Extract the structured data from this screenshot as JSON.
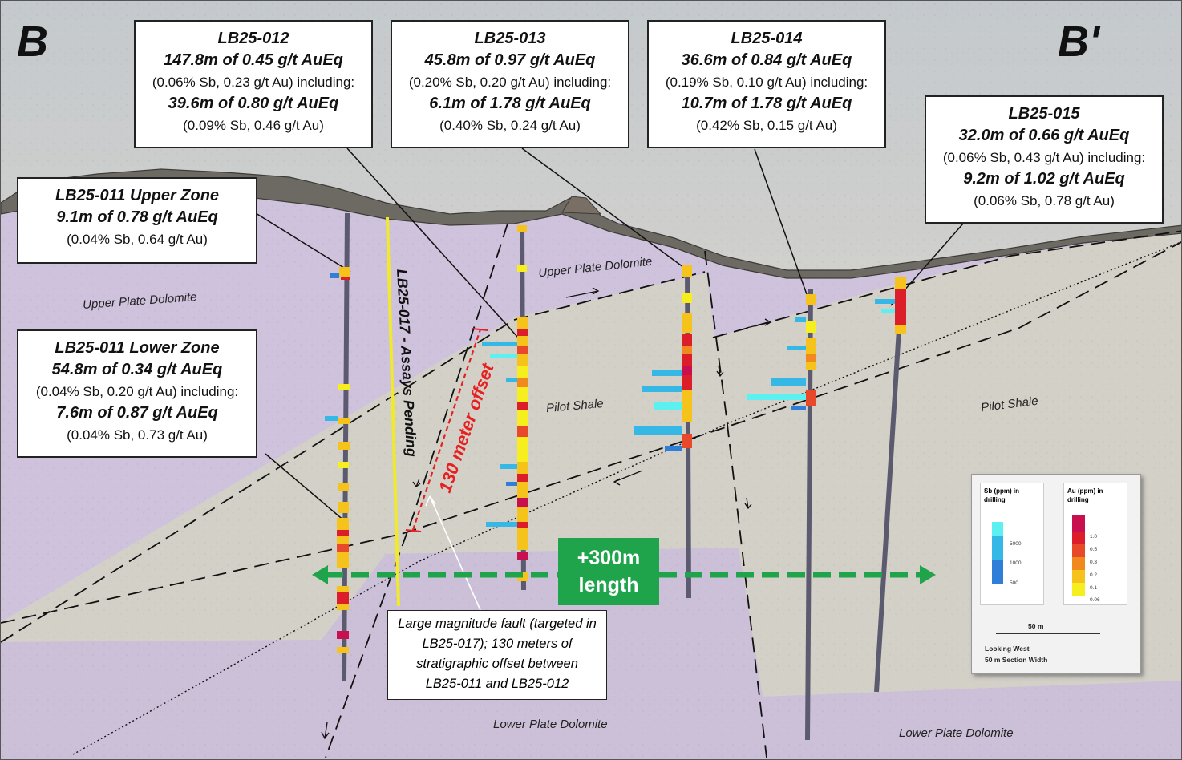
{
  "section": {
    "left_label": "B",
    "right_label": "B'",
    "units": {
      "upper_left": "Upper Plate Dolomite",
      "upper_mid": "Upper Plate Dolomite",
      "pilot_mid": "Pilot Shale",
      "pilot_right": "Pilot Shale",
      "lower_mid": "Lower Plate Dolomite",
      "lower_right": "Lower Plate Dolomite"
    },
    "pending_hole_label": "LB25-017 - Assays Pending",
    "offset_label": "130 meter offset",
    "fault_note": [
      "Large magnitude fault (targeted in",
      "LB25-017); 130 meters of",
      "stratigraphic offset between",
      "LB25-011 and LB25-012"
    ],
    "length_box": [
      "+300m",
      "length"
    ],
    "colors": {
      "dolomite": "#cfc2dc",
      "shale": "#d3d0c8",
      "sky_top": "#c9cdd0",
      "sky_bottom": "#e3d9cc",
      "length_arrow": "#1fa44b",
      "pending_hole": "#f0ea2a",
      "offset_marker": "#e62020"
    }
  },
  "callouts": [
    {
      "id": "lb25-012",
      "title": "LB25-012",
      "lines": [
        "147.8m of 0.45 g/t AuEq",
        "(0.06% Sb, 0.23 g/t Au) including:",
        "39.6m of 0.80 g/t AuEq",
        "(0.09% Sb, 0.46 g/t Au)"
      ]
    },
    {
      "id": "lb25-013",
      "title": "LB25-013",
      "lines": [
        "45.8m of 0.97 g/t AuEq",
        "(0.20% Sb, 0.20 g/t Au) including:",
        "6.1m of 1.78 g/t AuEq",
        "(0.40% Sb, 0.24 g/t Au)"
      ]
    },
    {
      "id": "lb25-014",
      "title": "LB25-014",
      "lines": [
        "36.6m of 0.84 g/t AuEq",
        "(0.19% Sb, 0.10 g/t Au) including:",
        "10.7m of 1.78 g/t AuEq",
        "(0.42% Sb, 0.15 g/t Au)"
      ]
    },
    {
      "id": "lb25-015",
      "title": "LB25-015",
      "lines": [
        "32.0m of 0.66 g/t AuEq",
        "(0.06% Sb, 0.43 g/t Au) including:",
        "9.2m of 1.02 g/t AuEq",
        "(0.06% Sb, 0.78 g/t Au)"
      ]
    },
    {
      "id": "lb25-011-upper",
      "title": "LB25-011 Upper Zone",
      "lines": [
        "9.1m of 0.78 g/t AuEq",
        "(0.04% Sb, 0.64 g/t Au)"
      ]
    },
    {
      "id": "lb25-011-lower",
      "title": "LB25-011 Lower Zone",
      "lines": [
        "54.8m of 0.34 g/t AuEq",
        "(0.04% Sb, 0.20 g/t Au) including:",
        "7.6m of 0.87 g/t AuEq",
        "(0.04% Sb, 0.73 g/t Au)"
      ]
    }
  ],
  "legend": {
    "sb_title": "Sb (ppm) in drilling",
    "sb_ticks": [
      "5000",
      "1000",
      "500"
    ],
    "sb_colors": [
      "#5cf0f0",
      "#36b8e6",
      "#2f7fd9"
    ],
    "au_title": "Au (ppm) in drilling",
    "au_ticks": [
      "1.0",
      "0.5",
      "0.3",
      "0.2",
      "0.1",
      "0.06"
    ],
    "au_colors": [
      "#c8104f",
      "#dc1e2a",
      "#e8492a",
      "#f08a1e",
      "#f6c21c",
      "#f7ee1f"
    ],
    "scale_label": "50 m",
    "view_direction": "Looking West",
    "section_width": "50 m Section Width"
  }
}
